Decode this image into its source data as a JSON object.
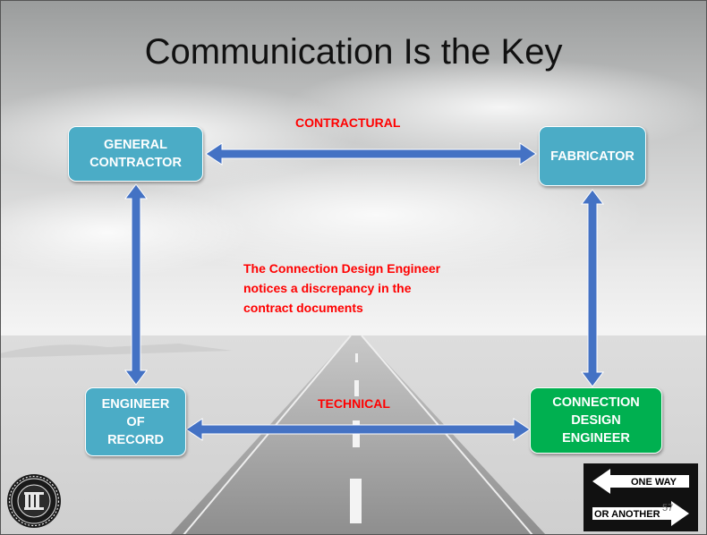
{
  "slide": {
    "title": "Communication Is the Key",
    "nodes": {
      "general_contractor": "GENERAL\nCONTRACTOR",
      "fabricator": "FABRICATOR",
      "engineer_of_record": "ENGINEER\nOF\nRECORD",
      "connection_design_engineer": "CONNECTION\nDESIGN\nENGINEER"
    },
    "edges": {
      "top": "CONTRACTURAL",
      "bottom": "TECHNICAL"
    },
    "note_lines": [
      "The Connection Design Engineer",
      "notices a discrepancy in the",
      "contract documents"
    ],
    "sign": {
      "top": "ONE WAY",
      "bottom": "OR ANOTHER"
    },
    "page_number": "57"
  },
  "colors": {
    "node_blue": "#4bacc6",
    "node_green": "#00b050",
    "arrow": "#4472c4",
    "label_red": "#ff0000"
  },
  "icons": {
    "logo": "aisc-seal-icon",
    "sign": "one-way-sign-icon"
  }
}
